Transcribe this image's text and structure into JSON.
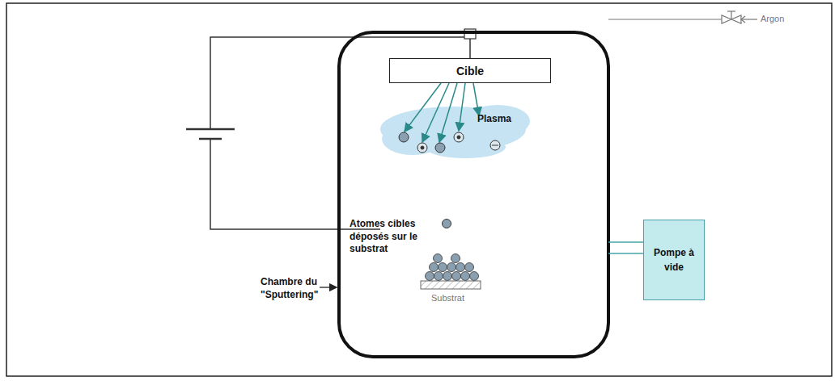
{
  "diagram": {
    "nodes": [
      {
        "text": [
          "Cible"
        ]
      },
      {
        "text": [
          "Pompe à vide"
        ]
      }
    ],
    "labels": [
      "Plasma",
      "Atomes cibles déposés sur le substrat",
      "Chambre du \"Sputtering\"",
      "Substrat",
      "Argon"
    ]
  }
}
